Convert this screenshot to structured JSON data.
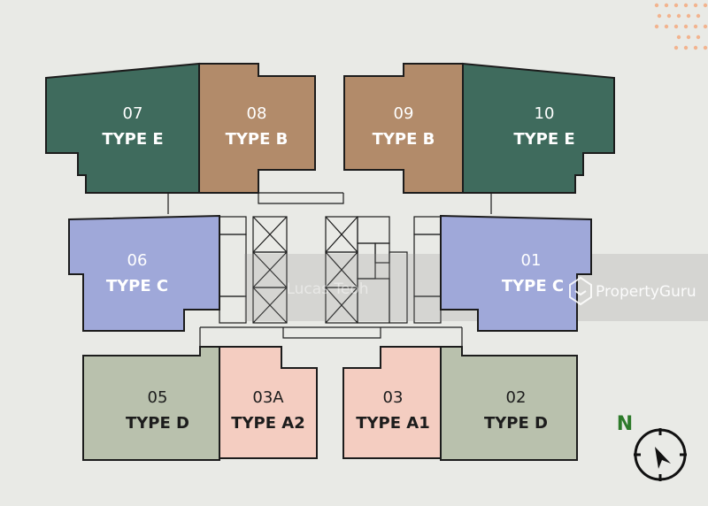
{
  "units": [
    {
      "id": "07",
      "number": "07",
      "type": "TYPE E",
      "fill": "#3f6b5d",
      "text_color": "#ffffff"
    },
    {
      "id": "08",
      "number": "08",
      "type": "TYPE B",
      "fill": "#b28b6a",
      "text_color": "#ffffff"
    },
    {
      "id": "09",
      "number": "09",
      "type": "TYPE B",
      "fill": "#b28b6a",
      "text_color": "#ffffff"
    },
    {
      "id": "10",
      "number": "10",
      "type": "TYPE E",
      "fill": "#3f6b5d",
      "text_color": "#ffffff"
    },
    {
      "id": "06",
      "number": "06",
      "type": "TYPE C",
      "fill": "#9fa8d9",
      "text_color": "#ffffff"
    },
    {
      "id": "01",
      "number": "01",
      "type": "TYPE C",
      "fill": "#9fa8d9",
      "text_color": "#ffffff"
    },
    {
      "id": "05",
      "number": "05",
      "type": "TYPE D",
      "fill": "#b9c1ad",
      "text_color": "#1c1c1c"
    },
    {
      "id": "03A",
      "number": "03A",
      "type": "TYPE A2",
      "fill": "#f4cdc1",
      "text_color": "#1c1c1c"
    },
    {
      "id": "03",
      "number": "03",
      "type": "TYPE A1",
      "fill": "#f4cdc1",
      "text_color": "#1c1c1c"
    },
    {
      "id": "02",
      "number": "02",
      "type": "TYPE D",
      "fill": "#b9c1ad",
      "text_color": "#1c1c1c"
    }
  ],
  "compass": {
    "label": "N",
    "label_color": "#2d7a2a"
  },
  "watermark": {
    "agent": "Lucas Teoh",
    "brand": "PropertyGuru"
  },
  "colors": {
    "outline": "#1c1c1c",
    "background": "#e9eae6",
    "accent_dots": "#f2b48f"
  }
}
